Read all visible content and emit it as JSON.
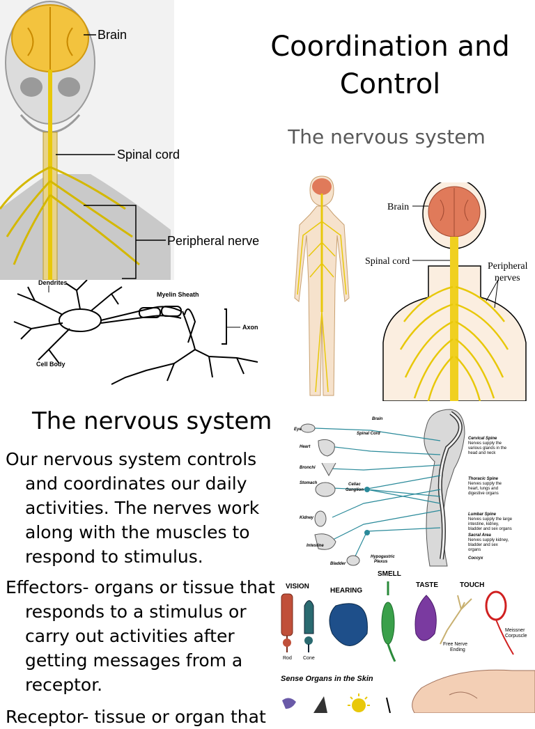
{
  "slide": {
    "title_line1": "Coordination and",
    "title_line2": "Control",
    "subtitle": "The  nervous system",
    "heading": "The nervous system",
    "paragraphs": [
      "Our nervous system controls and coordinates our daily activities. The nerves work along with the muscles to respond to stimulus.",
      "Effectors- organs or tissue that responds to a stimulus or carry out activities after getting messages from a receptor.",
      "Receptor- tissue or organ that"
    ]
  },
  "skull_figure": {
    "labels": [
      "Brain",
      "Spinal cord",
      "Peripheral nerve"
    ]
  },
  "neuron_figure": {
    "labels": [
      "Dendrites",
      "Myelin Sheath",
      "Axon",
      "Cell Body"
    ]
  },
  "body_figure": {
    "labels": [
      "Brain",
      "Spinal cord",
      "Peripheral",
      "nerves"
    ]
  },
  "organs_figure": {
    "top_labels": [
      "Brain",
      "Spinal Cord"
    ],
    "left_labels": [
      "Eye",
      "Heart",
      "Bronchi",
      "Stomach",
      "Celiac",
      "Ganglion",
      "Kidney",
      "Intestine",
      "Bladder",
      "Hypogastric",
      "Plexus"
    ],
    "right_sections": [
      {
        "title": "Cervical Spine",
        "lines": [
          "Nerves supply the",
          "various glands in the",
          "head and neck"
        ]
      },
      {
        "title": "Thoracic Spine",
        "lines": [
          "Nerves supply the",
          "heart, lungs and",
          "digestive organs"
        ]
      },
      {
        "title": "Lumbar Spine",
        "lines": [
          "Nerves supply the large",
          "intestine, kidney,",
          "bladder and sex organs"
        ]
      },
      {
        "title": "Sacral Area",
        "lines": [
          "Nerves supply kidney,",
          "bladder and sex",
          "organs"
        ]
      },
      {
        "title": "Coccyx",
        "lines": []
      }
    ]
  },
  "senses_figure": {
    "labels": [
      "SMELL",
      "VISION",
      "HEARING",
      "TASTE",
      "TOUCH",
      "Rod",
      "Cone",
      "Free Nerve",
      "Ending",
      "Meissner",
      "Corpuscle"
    ]
  },
  "skin_figure": {
    "title": "Sense Organs in the Skin"
  },
  "colors": {
    "nerve_yellow": "#e8c80a",
    "brain_pink": "#e07a5a",
    "organ_teal": "#2a8a9a",
    "subtitle_gray": "#595959"
  }
}
